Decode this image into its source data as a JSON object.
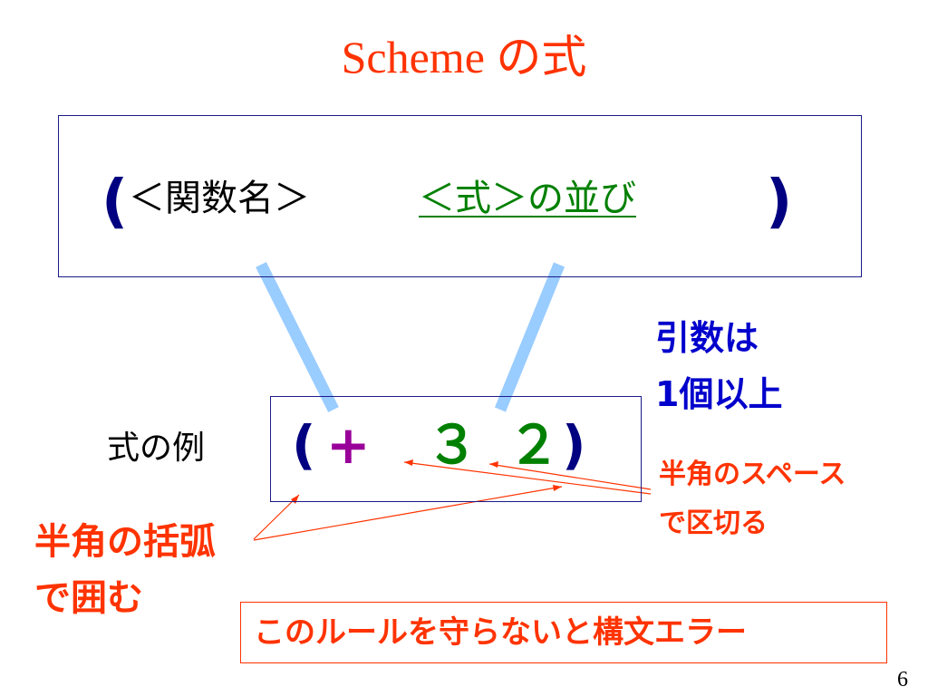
{
  "slide": {
    "title": "Scheme の式",
    "syntax": {
      "open_paren": "(",
      "function_name": "＜関数名＞",
      "expression_sequence": "＜式＞の並び",
      "close_paren": ")"
    },
    "example": {
      "label": "式の例",
      "open_paren": "(",
      "operator": "+",
      "arg1": "３",
      "arg2": "２",
      "close_paren": ")"
    },
    "notes": {
      "arguments_line1": "引数は",
      "arguments_line2": "1個以上",
      "space_line1": "半角のスペース",
      "space_line2": "で区切る",
      "paren_line1": "半角の括弧",
      "paren_line2": "で囲む"
    },
    "rule": "このルールを守らないと構文エラー",
    "page_number": "6"
  },
  "colors": {
    "title": "#ff3300",
    "paren": "#000080",
    "operator": "#990099",
    "expression": "#008000",
    "argument_note": "#0000cc",
    "annotation": "#ff3300",
    "connector": "#99ccff"
  }
}
